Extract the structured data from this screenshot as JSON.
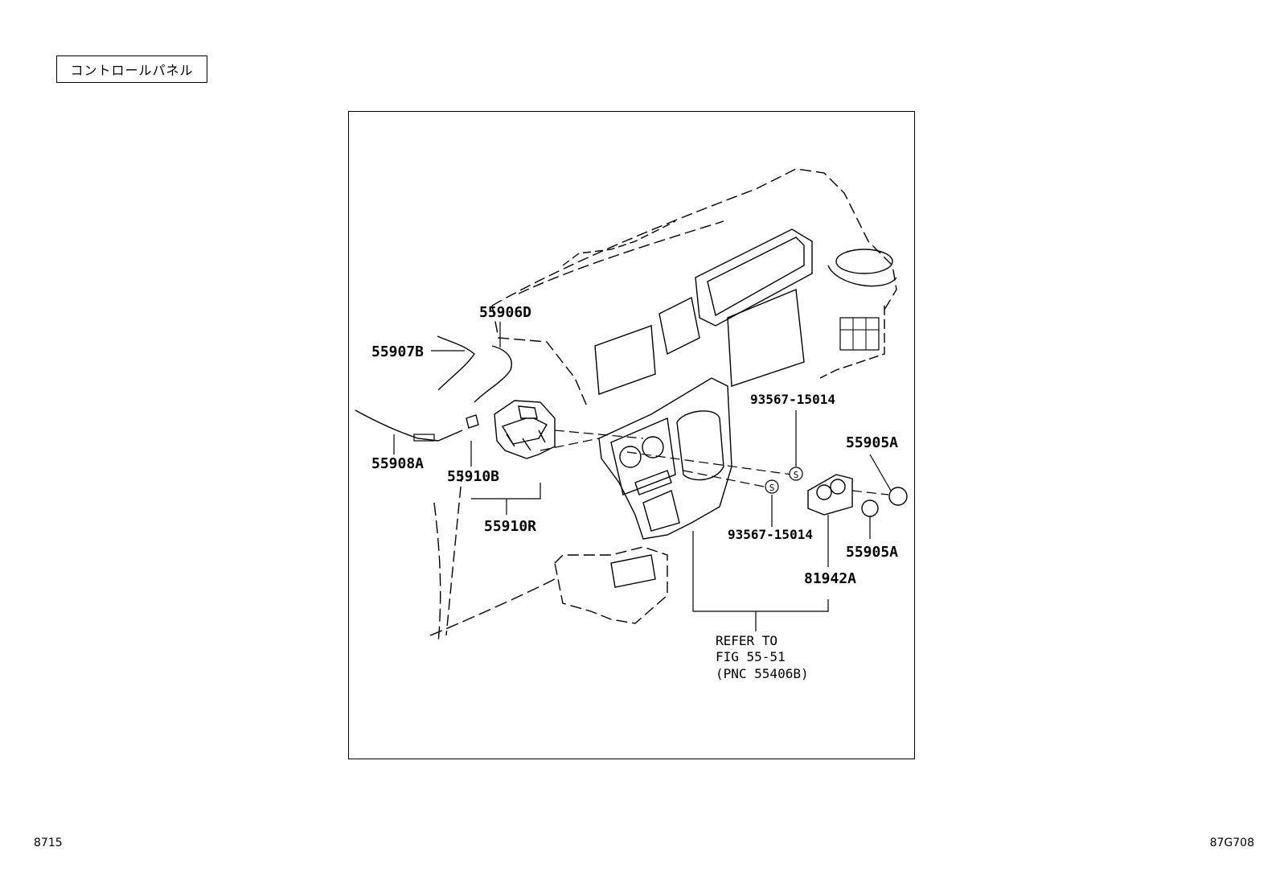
{
  "title": "コントロールパネル",
  "footer": {
    "left_code": "8715",
    "right_code": "87G708"
  },
  "parts": {
    "p55906D": "55906D",
    "p55907B": "55907B",
    "p55908A": "55908A",
    "p55910B": "55910B",
    "p55910R": "55910R",
    "p93567_top": "93567-15014",
    "p93567_bottom": "93567-15014",
    "p55905A_top": "55905A",
    "p55905A_bottom": "55905A",
    "p81942A": "81942A"
  },
  "reference": {
    "line1": "REFER TO",
    "line2": "FIG 55-51",
    "line3": "(PNC 55406B)"
  },
  "screw_symbol": "S"
}
